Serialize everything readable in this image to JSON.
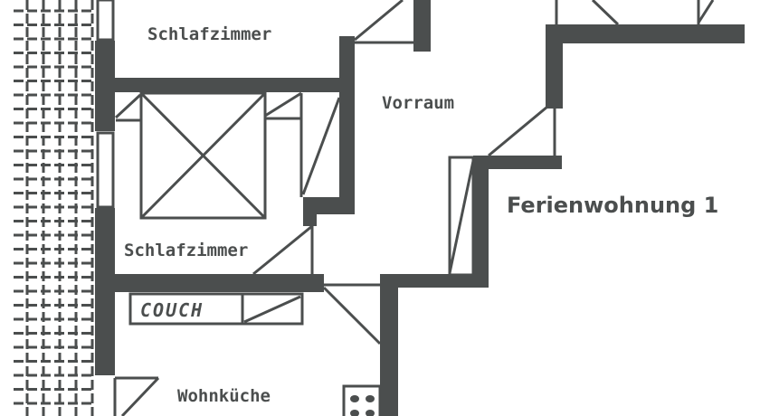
{
  "plan": {
    "title": "Ferienwohnung 1",
    "rooms": {
      "bedroom_top": "Schlafzimmer",
      "hallway": "Vorraum",
      "bedroom_middle": "Schlafzimmer",
      "kitchen_living": "Wohnküche"
    },
    "furniture": {
      "couch": "COUCH"
    },
    "colors": {
      "ink": "#4b4e4e",
      "paper": "#ffffff"
    }
  }
}
